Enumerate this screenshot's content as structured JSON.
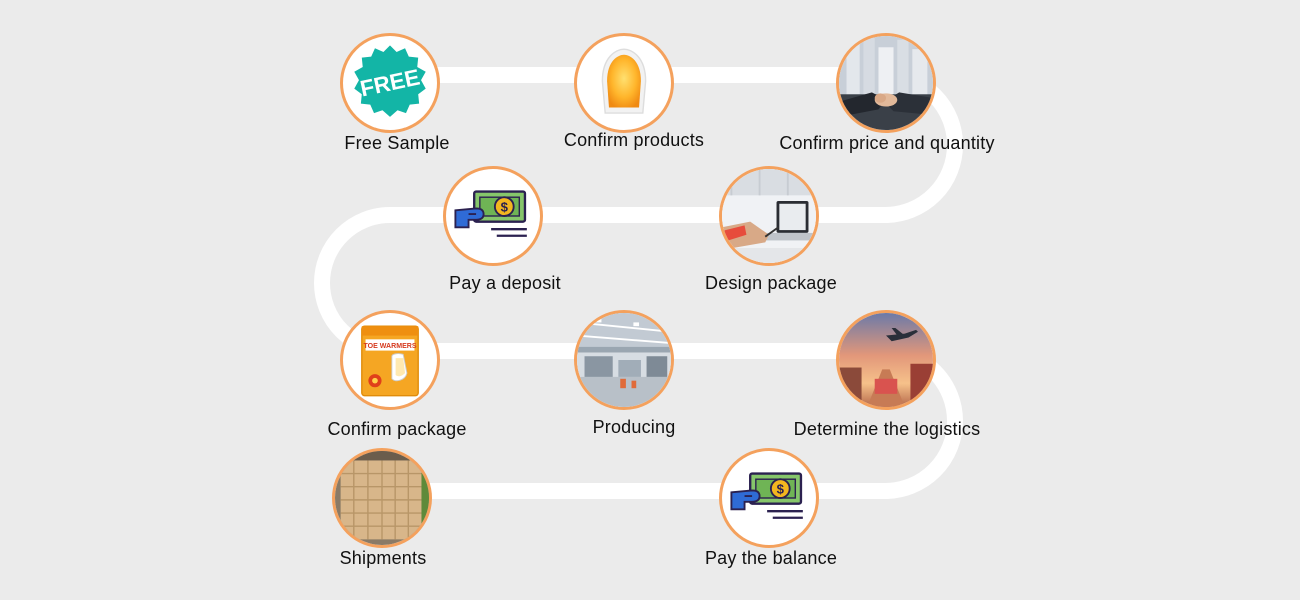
{
  "colors": {
    "background": "#ebebeb",
    "path": "#ffffff",
    "ring": "#f4a15d",
    "label": "#111111",
    "free_badge": "#13b5a6",
    "money_green": "#86c66b",
    "hand": "#2f6bd6",
    "coin": "#f3b61f"
  },
  "steps": [
    {
      "label": "Free Sample",
      "icon": "free-badge-icon"
    },
    {
      "label": "Confirm products",
      "icon": "toe-warmer-pad-icon"
    },
    {
      "label": "Confirm price and quantity",
      "icon": "handshake-icon"
    },
    {
      "label": "Design package",
      "icon": "laptop-design-icon"
    },
    {
      "label": "Pay a deposit",
      "icon": "hand-money-icon"
    },
    {
      "label": "Confirm package",
      "icon": "product-package-icon"
    },
    {
      "label": "Producing",
      "icon": "factory-icon"
    },
    {
      "label": "Determine the logistics",
      "icon": "airplane-logistics-icon"
    },
    {
      "label": "Pay the balance",
      "icon": "hand-money-icon"
    },
    {
      "label": "Shipments",
      "icon": "shipping-boxes-icon"
    }
  ],
  "badge_text": "FREE",
  "package_text": "TOE WARMERS"
}
